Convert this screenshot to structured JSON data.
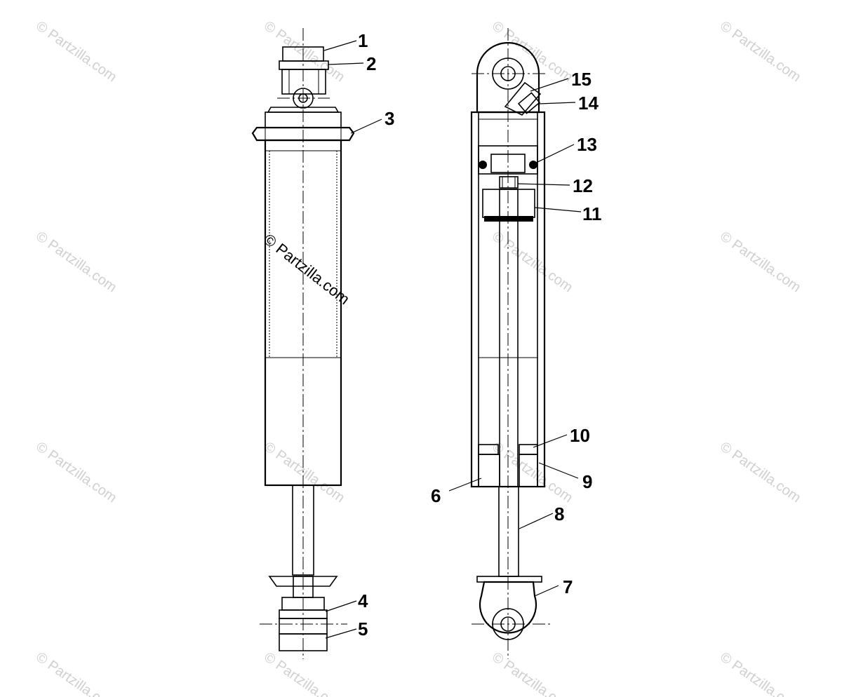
{
  "watermark": {
    "main_text": "© Partzilla.com",
    "faint_text": "© Partzilla.com",
    "faint_color": "#d0d0d0"
  },
  "callouts": {
    "c1": "1",
    "c2": "2",
    "c3": "3",
    "c4": "4",
    "c5": "5",
    "c6": "6",
    "c7": "7",
    "c8": "8",
    "c9": "9",
    "c10": "10",
    "c11": "11",
    "c12": "12",
    "c13": "13",
    "c14": "14",
    "c15": "15"
  }
}
